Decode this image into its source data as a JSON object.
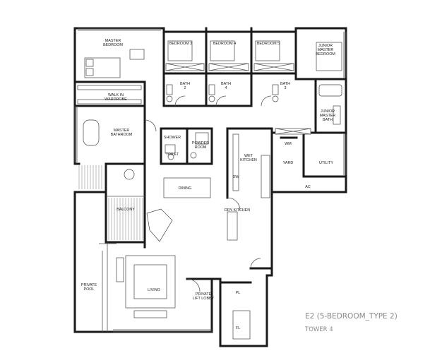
{
  "rooms": {
    "master_bedroom": "MASTER\nBEDROOM",
    "bedroom3": "BEDROOM 3",
    "bedroom4": "BEDROOM 4",
    "bedroom5": "BEDROOM 5",
    "junior_master": "JUNIOR\nMASTER\nBEDROOM",
    "walk_in": "WALK IN\nWARDROBE",
    "master_bath": "MASTER\nBATHROOM",
    "bath1": "BATH\n2",
    "bath2": "BATH\n4",
    "bath3": "BATH\n3",
    "junior_bath": "JUNIOR\nMASTER\nBATH",
    "shower": "SHOWER",
    "powder": "POWDER\nROOM",
    "toilet": "TOILET",
    "wm": "WM",
    "wet_kitchen": "WET\nKITCHEN",
    "yard": "YARD",
    "utility": "UTILITY",
    "ac": "AC",
    "dining": "DINING",
    "balcony": "BALCONY",
    "dry_kitchen": "DRY KITCHEN",
    "living": "LIVING",
    "private_pool": "PRIVATE\nPOOL",
    "private_lift": "PRIVATE\nLIFT LOBBY",
    "pl": "PL",
    "fl": "FL",
    "dw": "DW"
  },
  "plan_title": "E2 (5-BEDROOM_TYPE 2)",
  "plan_subtitle": "TOWER 4"
}
